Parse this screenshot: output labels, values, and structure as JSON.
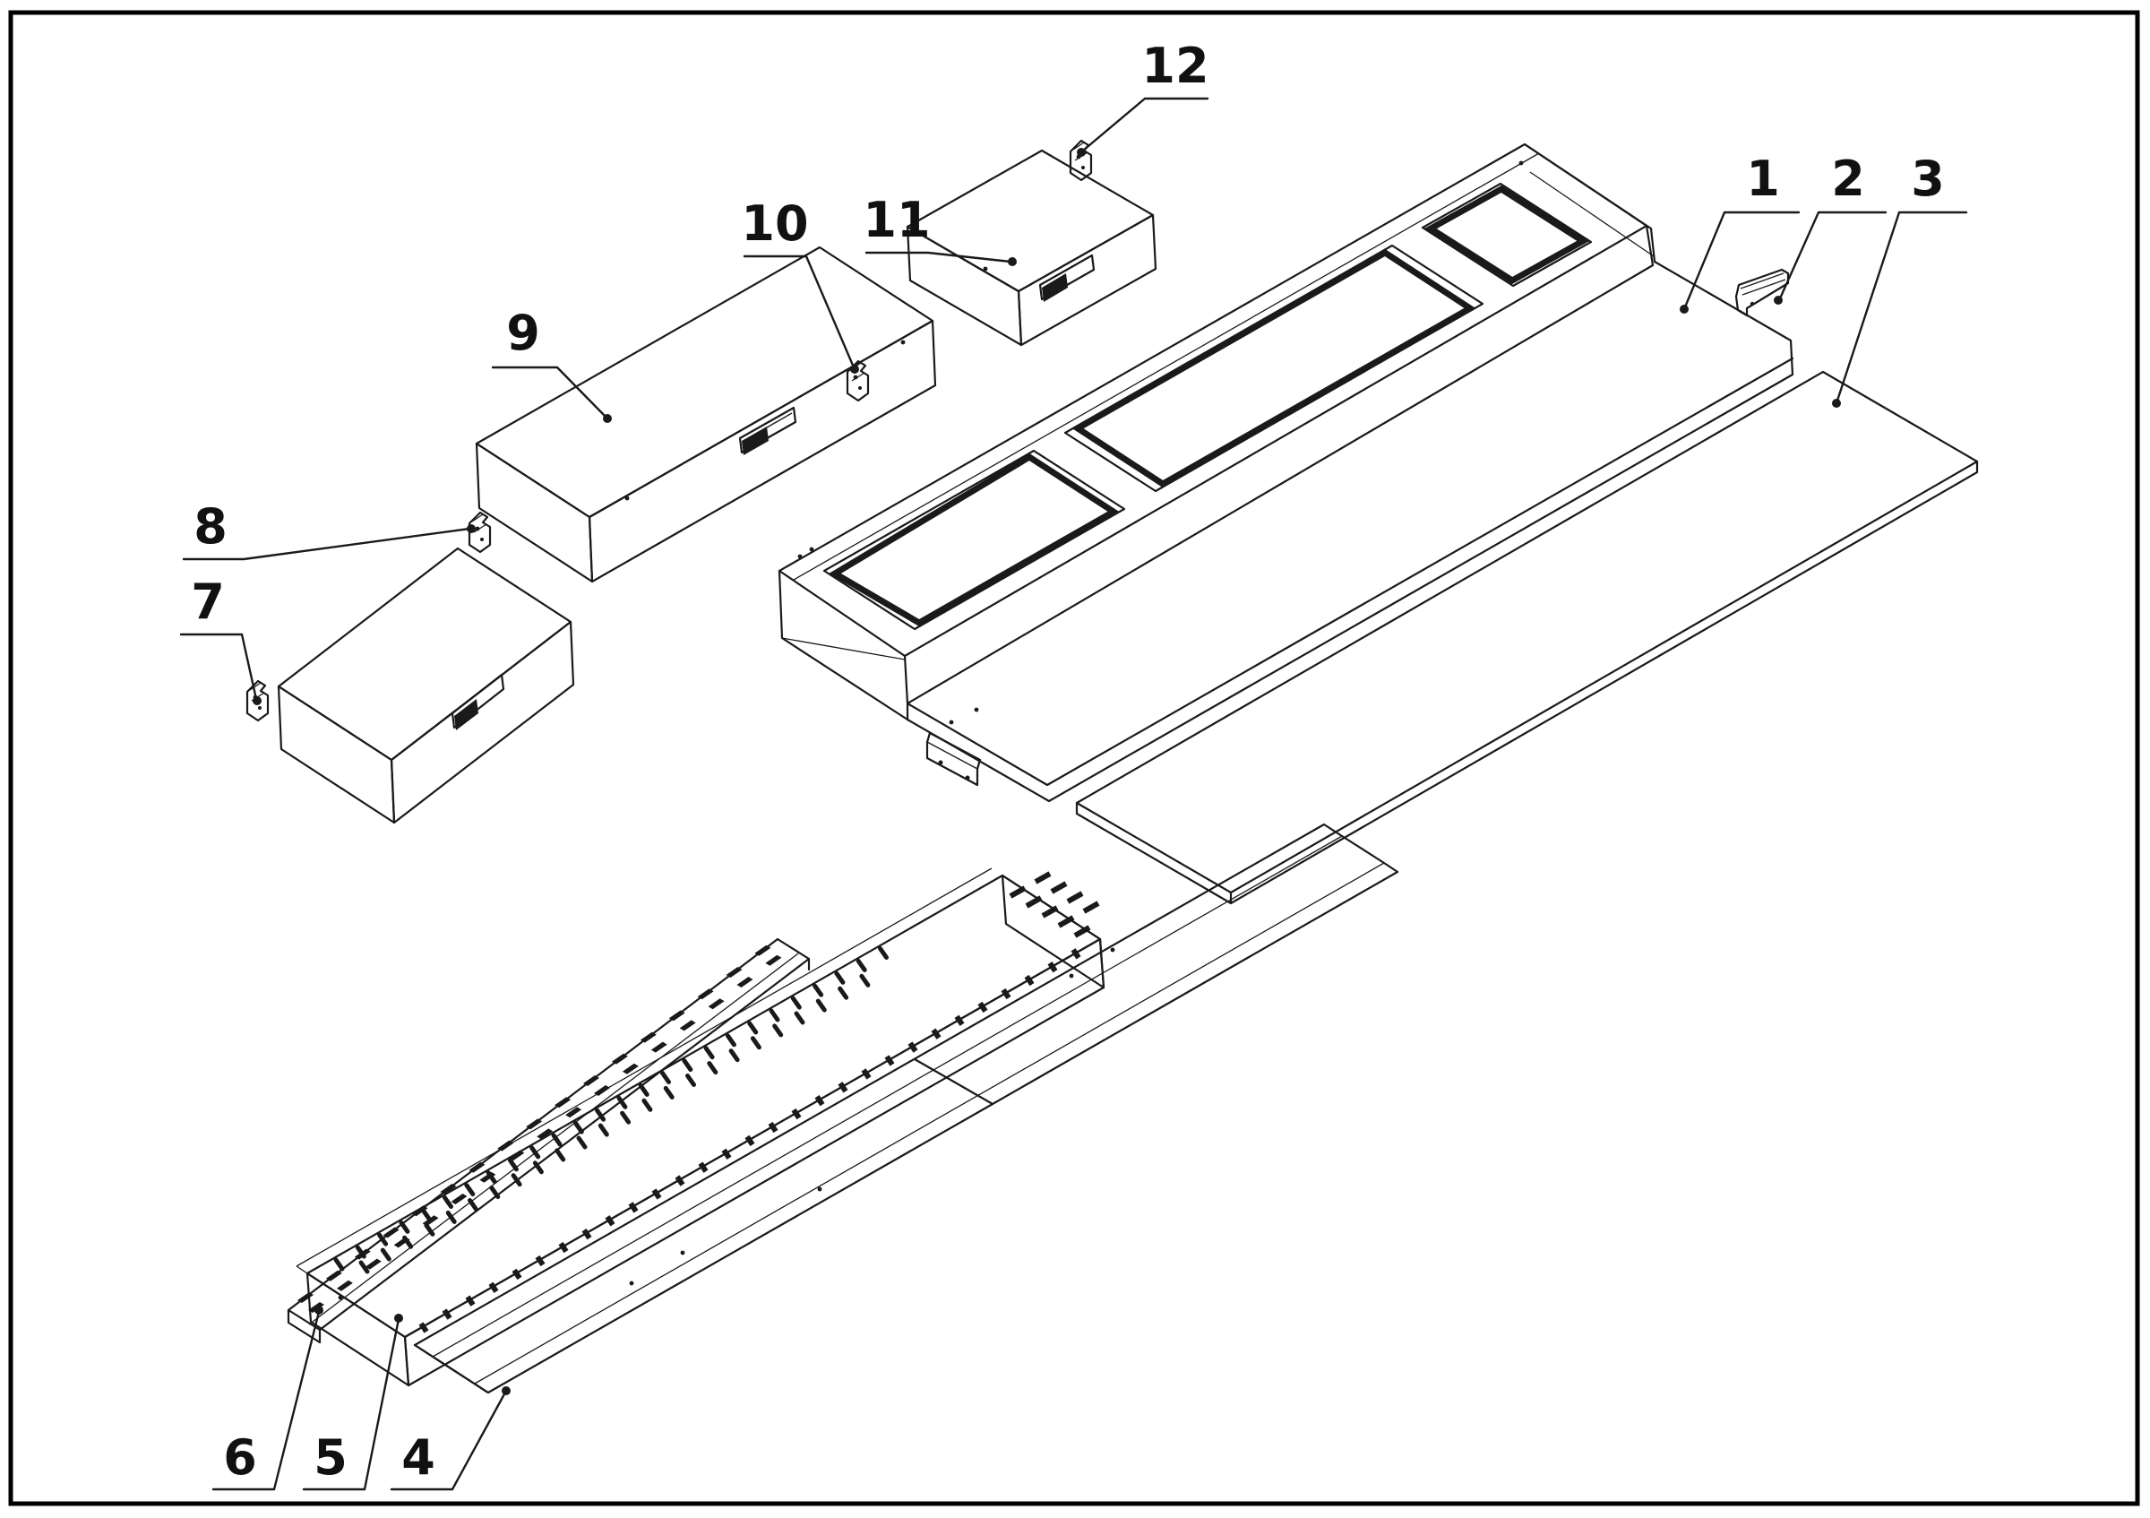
{
  "drawing": {
    "background": "#ffffff",
    "ink": "#1a1a1a",
    "border_color": "#000000"
  },
  "callouts": [
    {
      "number": "1"
    },
    {
      "number": "2"
    },
    {
      "number": "3"
    },
    {
      "number": "4"
    },
    {
      "number": "5"
    },
    {
      "number": "6"
    },
    {
      "number": "7"
    },
    {
      "number": "8"
    },
    {
      "number": "9"
    },
    {
      "number": "10"
    },
    {
      "number": "11"
    },
    {
      "number": "12"
    }
  ]
}
